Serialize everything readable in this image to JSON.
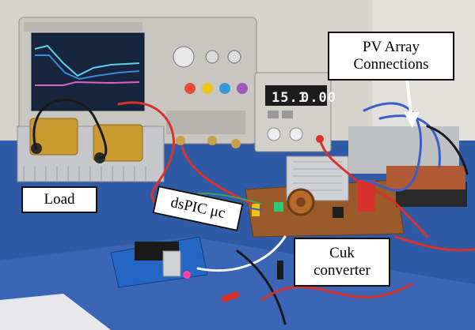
{
  "figure": {
    "callouts": {
      "load": "Load",
      "dspic": "dsPIC μc",
      "pv_line1": "PV Array",
      "pv_line2": "Connections",
      "cuk_line1": "Cuk",
      "cuk_line2": "converter"
    },
    "power_supply_display": {
      "voltage": "15.1",
      "current": "0.00"
    },
    "colors": {
      "bench_blue": "#2c59a8",
      "wall": "#d8d6cf",
      "scope_body": "#c9c7c2",
      "scope_screen": "#1b2a44",
      "heatsink": "#c7c9cc",
      "resistor_gold": "#c99a2e",
      "wire_red": "#d8322c",
      "wire_blue": "#3a5fc9",
      "pcb_brown": "#9a5a2a"
    }
  }
}
